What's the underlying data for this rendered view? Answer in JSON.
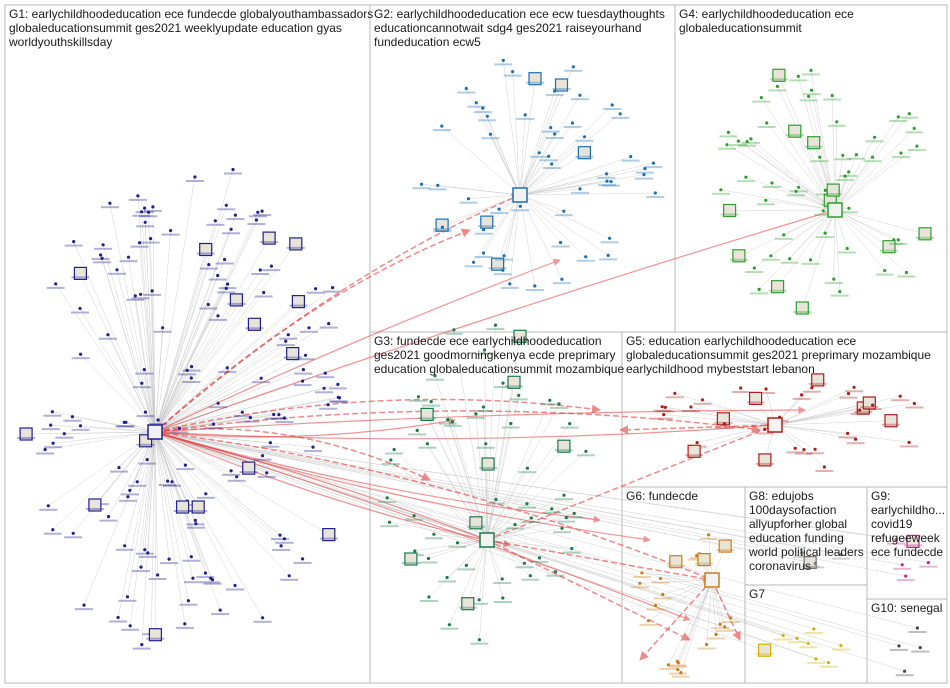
{
  "groups": [
    {
      "id": "G1",
      "label_lines": [
        "G1: earlychildhoodeducation ece fundecde globalyouthambassadors",
        "globaleducationsummit ges2021 weeklyupdate education gyas",
        "worldyouthskillsday"
      ],
      "color": "#202090"
    },
    {
      "id": "G2",
      "label_lines": [
        "G2: earlychildhoodeducation ece ecw tuesdaythoughts",
        "educationcannotwait sdg4 ges2021 raiseyourhand",
        "fundeducation ecw5"
      ],
      "color": "#1a6fb5"
    },
    {
      "id": "G4",
      "label_lines": [
        "G4: earlychildhoodeducation ece",
        "globaleducationsummit"
      ],
      "color": "#2ca02c"
    },
    {
      "id": "G3",
      "label_lines": [
        "G3: fundecde ece earlychildhoodeducation",
        "ges2021 goodmorningkenya ecde preprimary",
        "education globaleducationsummit mozambique"
      ],
      "color": "#1b7a4a"
    },
    {
      "id": "G5",
      "label_lines": [
        "G5: education earlychildhoodeducation ece",
        "globaleducationsummit ges2021 preprimary mozambique",
        "earlychildhood mybeststart lebanon"
      ],
      "color": "#b01c1c"
    },
    {
      "id": "G6",
      "label_lines": [
        "G6: fundecde"
      ],
      "color": "#c87f1a"
    },
    {
      "id": "G8",
      "label_lines": [
        "G8: edujobs",
        "100daysofaction",
        "allyupforher global",
        "education funding",
        "world political leaders",
        "coronavirus"
      ],
      "color": "#777777"
    },
    {
      "id": "G9",
      "label_lines": [
        "G9:",
        "earlychildho...",
        "covid19",
        "refugeeweek",
        "ece fundecde"
      ],
      "color": "#c02a8a"
    },
    {
      "id": "G7",
      "label_lines": [
        "G7"
      ],
      "color": "#d4b000"
    },
    {
      "id": "G10",
      "label_lines": [
        "G10: senegal"
      ],
      "color": "#444444"
    }
  ]
}
